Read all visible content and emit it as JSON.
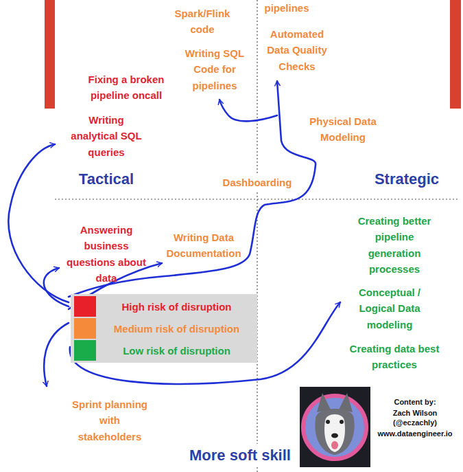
{
  "diagram": {
    "labels": [
      "pipelines",
      "Spark/Flink code",
      "Automated Data Quality Checks",
      "Writing SQL Code for pipelines",
      "Fixing a broken pipeline oncall",
      "Writing analytical SQL queries",
      "Physical Data Modeling",
      "Tactical",
      "Dashboarding",
      "Strategic",
      "Answering business questions about data",
      "Writing Data Documentation",
      "Creating better pipeline generation processes",
      "Conceptual / Logical Data modeling",
      "Creating data best practices",
      "Sprint planning with stakeholders",
      "More soft skill",
      "Content by:",
      "Zach Wilson (@eczachly)",
      "www.dataengineer.io"
    ],
    "legend": [
      {
        "text": "High risk of disruption",
        "color": "#e8202a"
      },
      {
        "text": "Medium risk of disruption",
        "color": "#f58a3a"
      },
      {
        "text": "Low risk of disruption",
        "color": "#1aab4a"
      }
    ]
  }
}
